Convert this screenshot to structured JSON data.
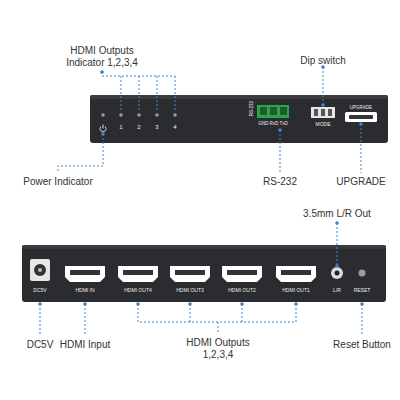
{
  "diagram": {
    "labels": [
      "HDMI Outputs Indicator 1,2,3,4",
      "Dip switch",
      "1",
      "2",
      "3",
      "4",
      "RS-232",
      "GND RxD TxD",
      "MODE",
      "UPGRADE",
      "Power Indicator",
      "RS-232",
      "UPGRADE",
      "3.5mm L/R Out",
      "DC5V",
      "HDMI IN",
      "HDMI OUT4",
      "HDMI OUT3",
      "HDMI OUT2",
      "HDMI OUT1",
      "L/R",
      "RESET",
      "DC5V",
      "HDMI Input",
      "HDMI Outputs 1,2,3,4",
      "Reset Button"
    ]
  }
}
